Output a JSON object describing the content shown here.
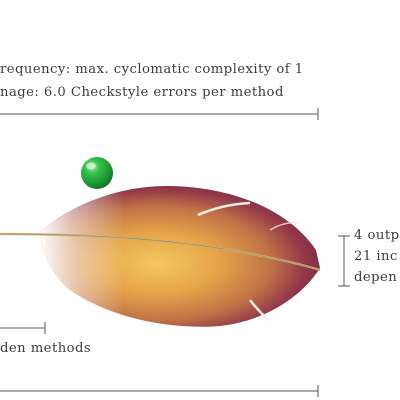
{
  "annotations": {
    "frequency_line": "requency: max. cyclomatic complexity of 1",
    "image_line": "nage: 6.0 Checkstyle errors per method",
    "methods_label": "den methods",
    "right_label_line1": "4 outp",
    "right_label_line2": "21 inc",
    "right_label_line3": "depen"
  },
  "colors": {
    "feather_dark": "#7e2a3c",
    "feather_light": "#f2c25a",
    "ball": "#1fa83a",
    "rule": "#555555"
  },
  "icons": {
    "feather": "feather-glyph",
    "ball": "green-sphere"
  }
}
